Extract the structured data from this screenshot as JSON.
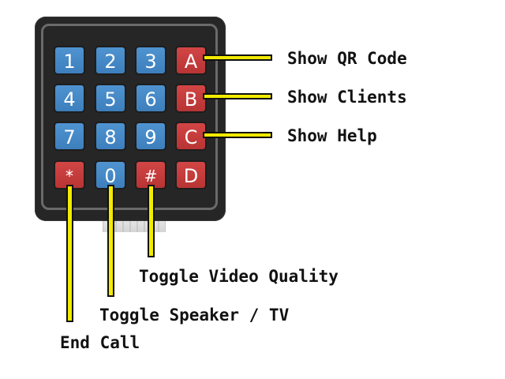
{
  "keypad": {
    "keys": [
      {
        "id": "1",
        "label": "1",
        "color": "blue"
      },
      {
        "id": "2",
        "label": "2",
        "color": "blue"
      },
      {
        "id": "3",
        "label": "3",
        "color": "blue"
      },
      {
        "id": "A",
        "label": "A",
        "color": "red"
      },
      {
        "id": "4",
        "label": "4",
        "color": "blue"
      },
      {
        "id": "5",
        "label": "5",
        "color": "blue"
      },
      {
        "id": "6",
        "label": "6",
        "color": "blue"
      },
      {
        "id": "B",
        "label": "B",
        "color": "red"
      },
      {
        "id": "7",
        "label": "7",
        "color": "blue"
      },
      {
        "id": "8",
        "label": "8",
        "color": "blue"
      },
      {
        "id": "9",
        "label": "9",
        "color": "blue"
      },
      {
        "id": "C",
        "label": "C",
        "color": "red"
      },
      {
        "id": "star",
        "label": "*",
        "color": "red"
      },
      {
        "id": "0",
        "label": "0",
        "color": "blue"
      },
      {
        "id": "hash",
        "label": "#",
        "color": "red"
      },
      {
        "id": "D",
        "label": "D",
        "color": "red"
      }
    ]
  },
  "annotations": {
    "a": "Show QR Code",
    "b": "Show Clients",
    "c": "Show Help",
    "hash": "Toggle Video Quality",
    "zero": "Toggle Speaker / TV",
    "star": "End Call"
  },
  "colors": {
    "key_blue": "#4a8ccb",
    "key_red": "#c93c3c",
    "keypad_body": "#262626",
    "connector": "#f2ea00"
  }
}
